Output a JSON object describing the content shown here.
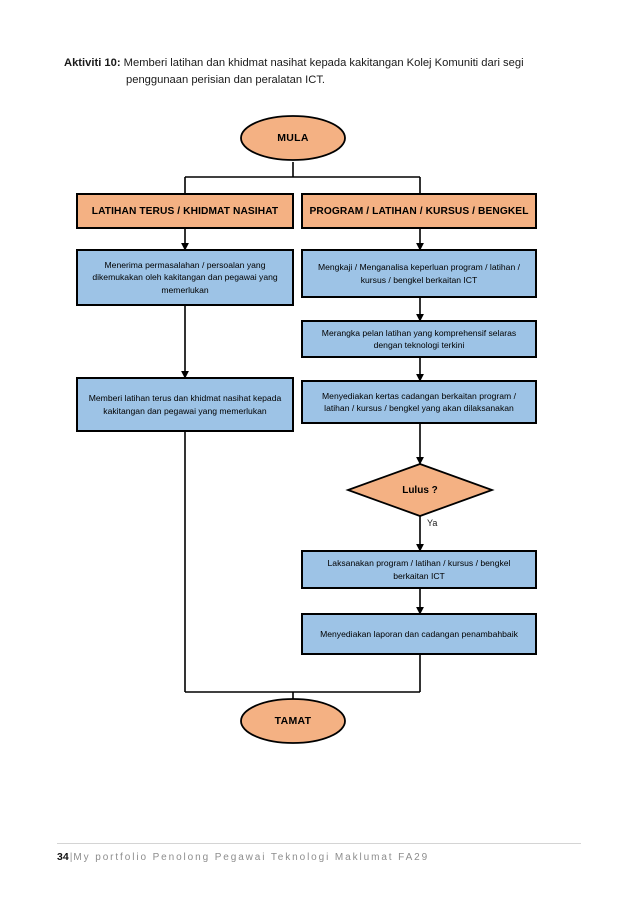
{
  "document": {
    "title_lead": "Aktiviti 10:",
    "title_line1": " Memberi latihan dan khidmat nasihat kepada kakitangan Kolej Komuniti dari segi",
    "title_line2": "penggunaan perisian dan peralatan ICT."
  },
  "colors": {
    "terminal_fill": "#F4B183",
    "header_fill": "#F4B183",
    "decision_fill": "#F4B183",
    "process_fill": "#9DC3E6",
    "stroke": "#000000",
    "footer_text": "#8D8D8D"
  },
  "chart_data": {
    "type": "diagram",
    "title": "Aktiviti 10 flowchart",
    "nodes": [
      {
        "id": "mula",
        "shape": "terminal",
        "label": "MULA"
      },
      {
        "id": "hdr_left",
        "shape": "header",
        "label": "LATIHAN TERUS / KHIDMAT NASIHAT"
      },
      {
        "id": "hdr_right",
        "shape": "header",
        "label": "PROGRAM / LATIHAN / KURSUS / BENGKEL"
      },
      {
        "id": "l1",
        "shape": "process",
        "label": "Menerima permasalahan / persoalan yang dikemukakan oleh kakitangan dan pegawai yang memerlukan"
      },
      {
        "id": "l2",
        "shape": "process",
        "label": "Memberi latihan terus dan khidmat nasihat kepada kakitangan dan pegawai yang memerlukan"
      },
      {
        "id": "r1",
        "shape": "process",
        "label": "Mengkaji / Menganalisa keperluan program / latihan / kursus / bengkel berkaitan ICT"
      },
      {
        "id": "r2",
        "shape": "process",
        "label": "Merangka pelan latihan yang komprehensif selaras dengan teknologi terkini"
      },
      {
        "id": "r3",
        "shape": "process",
        "label": "Menyediakan kertas cadangan berkaitan program / latihan / kursus / bengkel yang akan dilaksanakan"
      },
      {
        "id": "dec",
        "shape": "decision",
        "label": "Lulus ?"
      },
      {
        "id": "r4",
        "shape": "process",
        "label": "Laksanakan program / latihan / kursus / bengkel berkaitan ICT"
      },
      {
        "id": "r5",
        "shape": "process",
        "label": "Menyediakan laporan dan cadangan penambahbaik"
      },
      {
        "id": "tamat",
        "shape": "terminal",
        "label": "TAMAT"
      }
    ],
    "edges": [
      {
        "from": "mula",
        "to": "hdr_left",
        "label": ""
      },
      {
        "from": "mula",
        "to": "hdr_right",
        "label": ""
      },
      {
        "from": "hdr_left",
        "to": "l1",
        "label": ""
      },
      {
        "from": "l1",
        "to": "l2",
        "label": ""
      },
      {
        "from": "l2",
        "to": "tamat",
        "label": ""
      },
      {
        "from": "hdr_right",
        "to": "r1",
        "label": ""
      },
      {
        "from": "r1",
        "to": "r2",
        "label": ""
      },
      {
        "from": "r2",
        "to": "r3",
        "label": ""
      },
      {
        "from": "r3",
        "to": "dec",
        "label": ""
      },
      {
        "from": "dec",
        "to": "r4",
        "label": "Ya"
      },
      {
        "from": "r4",
        "to": "r5",
        "label": ""
      },
      {
        "from": "r5",
        "to": "tamat",
        "label": ""
      }
    ],
    "edge_labels": {
      "yes": "Ya"
    }
  },
  "footer": {
    "page_number": "34",
    "separator": "|",
    "text": "My portfolio Penolong Pegawai Teknologi Maklumat FA29"
  }
}
